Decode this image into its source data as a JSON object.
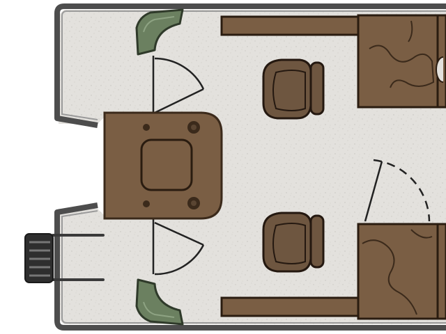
{
  "diagram": {
    "kind": "pontoon-boat-floor-plan",
    "orientation": "bow-left",
    "labels": []
  },
  "colors": {
    "rail": "#4d4d4d",
    "rail_inner": "#7a7a7a",
    "deck": "#e2e0dc",
    "deck_speckle": "#c9c6c0",
    "furniture_brown": "#7a5e44",
    "furniture_dark": "#4a3624",
    "cushion_green": "#6b8060",
    "seat_brown": "#6e5640",
    "ladder": "#3a3a3a",
    "contour": "#3b2a1b"
  },
  "elements": [
    {
      "id": "bow-gate-top",
      "type": "gate"
    },
    {
      "id": "bow-gate-bottom",
      "type": "gate"
    },
    {
      "id": "helm-console",
      "type": "console"
    },
    {
      "id": "captain-chair-top",
      "type": "seat"
    },
    {
      "id": "captain-chair-bottom",
      "type": "seat"
    },
    {
      "id": "lounge-top-right",
      "type": "lounge"
    },
    {
      "id": "lounge-bottom-right",
      "type": "lounge"
    },
    {
      "id": "boarding-ladder",
      "type": "ladder"
    }
  ]
}
